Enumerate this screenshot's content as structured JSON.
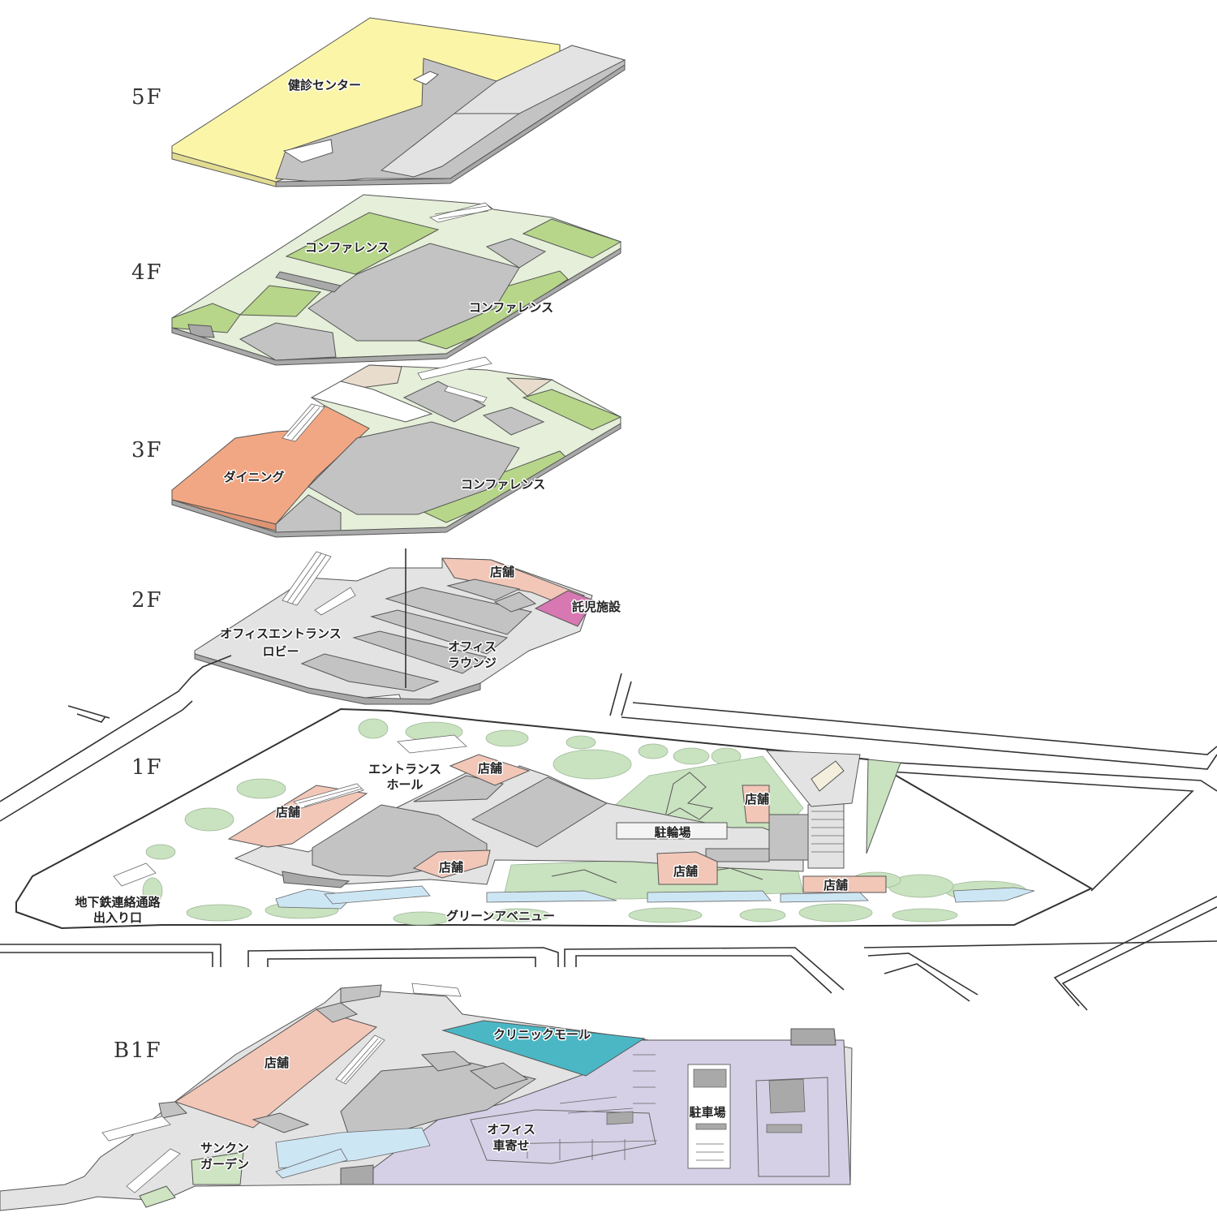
{
  "colors": {
    "health": "#fbf5a8",
    "conference": "#b7d68a",
    "common": "#e5efd9",
    "core": "#c3c3c3",
    "core_dark": "#a9a9a9",
    "corridor": "#e3e3e3",
    "dining": "#f2a784",
    "shop": "#f2c7b8",
    "childcare": "#d778b2",
    "clinic": "#4bb7c5",
    "parking": "#d5d0e6",
    "ground": "#f4efdc",
    "green": "#c9e2bf",
    "water": "#cde6f4",
    "beige": "#e8dccd",
    "sunken": "#cfe4c2"
  },
  "floors": {
    "f5": {
      "name": "5F",
      "labels": [
        "健診センター"
      ]
    },
    "f4": {
      "name": "4F",
      "labels": [
        "コンファレンス",
        "コンファレンス"
      ]
    },
    "f3": {
      "name": "3F",
      "labels": [
        "ダイニング",
        "コンファレンス"
      ]
    },
    "f2": {
      "name": "2F",
      "labels": [
        "店舗",
        "託児施設",
        "オフィスエントランス",
        "ロビー",
        "オフィス",
        "ラウンジ"
      ]
    },
    "f1": {
      "name": "1F",
      "labels": [
        "エントランス",
        "ホール",
        "店舗",
        "店舗",
        "店舗",
        "店舗",
        "店舗",
        "店舗",
        "駐輪場",
        "地下鉄連絡通路",
        "出入り口",
        "グリーンアベニュー"
      ]
    },
    "b1": {
      "name": "B1F",
      "labels": [
        "店舗",
        "クリニックモール",
        "駐車場",
        "オフィス",
        "車寄せ",
        "サンクン",
        "ガーデン"
      ]
    }
  }
}
